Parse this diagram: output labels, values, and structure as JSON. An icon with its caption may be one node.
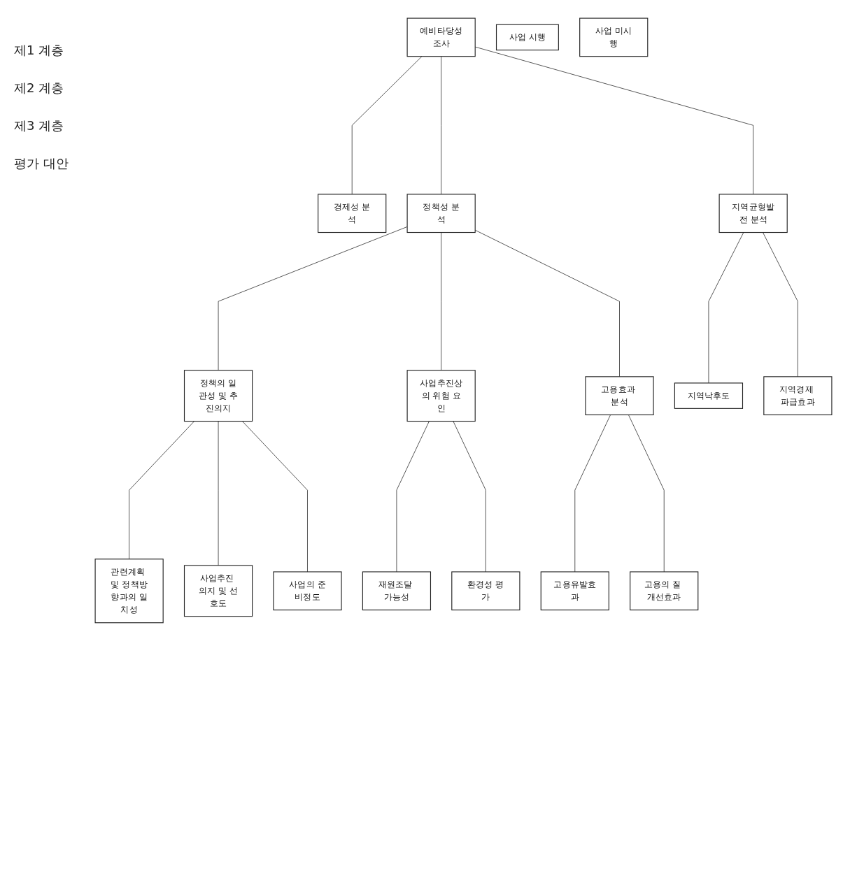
{
  "diagram": {
    "nodes": [
      {
        "text": [
          "예비타당성조사"
        ]
      },
      {
        "text": [
          "경제성 분석"
        ]
      },
      {
        "text": [
          "정책성 분석"
        ]
      },
      {
        "text": [
          "지역균형발전 분석"
        ]
      },
      {
        "text": [
          "정책의 일관성 및 추진의지"
        ]
      },
      {
        "text": [
          "사업추진상의 위험 요인"
        ]
      },
      {
        "text": [
          "고용효과 분석"
        ]
      },
      {
        "text": [
          "관련계획 및 정책방향과의 일치성"
        ]
      },
      {
        "text": [
          "사업추진 의지 및 선호도"
        ]
      },
      {
        "text": [
          "사업의 준비정도"
        ]
      },
      {
        "text": [
          "재원조달 가능성"
        ]
      },
      {
        "text": [
          "환경성 평가"
        ]
      },
      {
        "text": [
          "고용유발효과"
        ]
      },
      {
        "text": [
          "고용의 질 개선효과"
        ]
      },
      {
        "text": [
          "지역낙후도"
        ]
      },
      {
        "text": [
          "지역경제 파급효과"
        ]
      },
      {
        "text": [
          "사업 시행"
        ]
      },
      {
        "text": [
          "사업 미시행"
        ]
      }
    ],
    "edges": [
      {
        "from": 0,
        "to": 1,
        "arrow": "none"
      },
      {
        "from": 0,
        "to": 2,
        "arrow": "none"
      },
      {
        "from": 0,
        "to": 3,
        "arrow": "none"
      },
      {
        "from": 2,
        "to": 4,
        "arrow": "none"
      },
      {
        "from": 2,
        "to": 5,
        "arrow": "none"
      },
      {
        "from": 2,
        "to": 6,
        "arrow": "none"
      },
      {
        "from": 4,
        "to": 7,
        "arrow": "none"
      },
      {
        "from": 4,
        "to": 8,
        "arrow": "none"
      },
      {
        "from": 4,
        "to": 9,
        "arrow": "none"
      },
      {
        "from": 5,
        "to": 10,
        "arrow": "none"
      },
      {
        "from": 5,
        "to": 11,
        "arrow": "none"
      },
      {
        "from": 6,
        "to": 12,
        "arrow": "none"
      },
      {
        "from": 6,
        "to": 13,
        "arrow": "none"
      },
      {
        "from": 3,
        "to": 14,
        "arrow": "none"
      },
      {
        "from": 3,
        "to": 15,
        "arrow": "none"
      }
    ],
    "labels": [
      "제1 계층",
      "제2 계층",
      "제3 계층",
      "평가 대안"
    ]
  }
}
